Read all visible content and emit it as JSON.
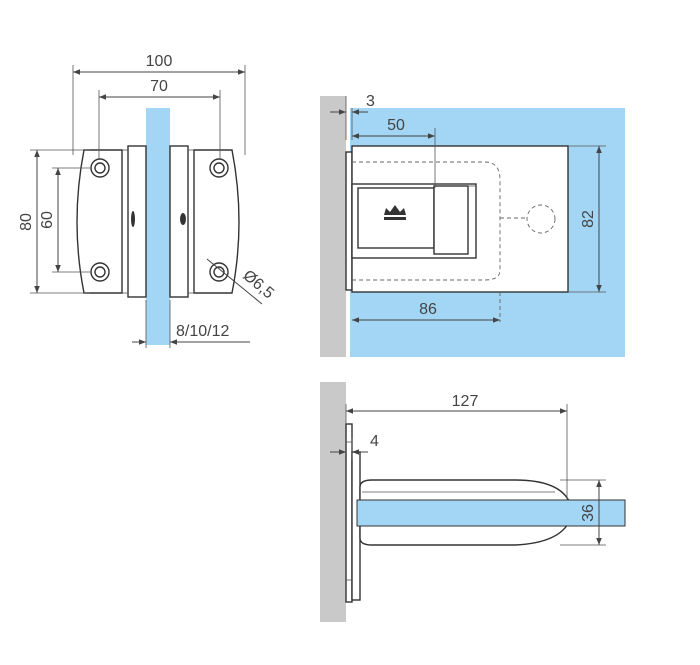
{
  "front_view": {
    "dim_total_width": "100",
    "dim_hole_spacing": "70",
    "dim_height": "80",
    "dim_hole_height": "60",
    "dim_hole_diameter": "Ø6,5",
    "dim_glass_thickness": "8/10/12"
  },
  "side_view": {
    "dim_wall_gap": "3",
    "dim_inner_width": "50",
    "dim_body_length": "86",
    "dim_body_height": "82"
  },
  "top_view": {
    "dim_length": "127",
    "dim_plate": "4",
    "dim_thickness": "36"
  },
  "colors": {
    "glass": "#a3d6f5",
    "wall": "#c9c9c9",
    "line": "#444444"
  },
  "icons": [
    "crown-logo-icon"
  ]
}
